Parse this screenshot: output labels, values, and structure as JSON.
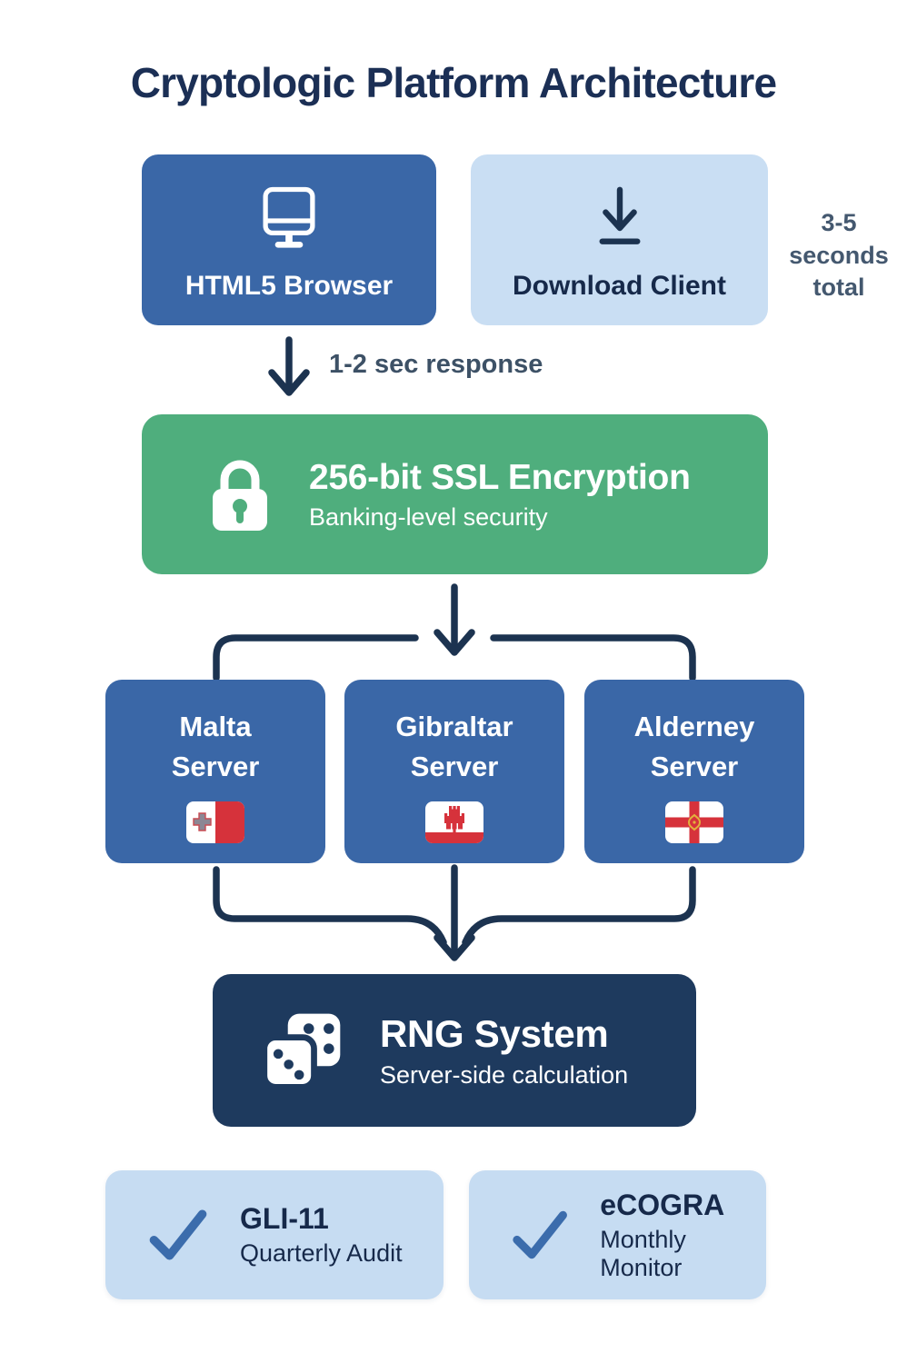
{
  "title": "Cryptologic Platform Architecture",
  "client_row": {
    "html5": {
      "label": "HTML5 Browser",
      "icon": "monitor-icon"
    },
    "download": {
      "label": "Download Client",
      "icon": "download-icon"
    },
    "side_note": "3-5\nseconds\ntotal"
  },
  "flow": {
    "response_label": "1-2 sec response"
  },
  "ssl": {
    "title": "256-bit SSL Encryption",
    "subtitle": "Banking-level security",
    "icon": "lock-icon"
  },
  "servers": [
    {
      "label": "Malta\nServer",
      "flag_icon": "malta-flag-icon"
    },
    {
      "label": "Gibraltar\nServer",
      "flag_icon": "gibraltar-flag-icon"
    },
    {
      "label": "Alderney\nServer",
      "flag_icon": "alderney-flag-icon"
    }
  ],
  "rng": {
    "title": "RNG System",
    "subtitle": "Server-side calculation",
    "icon": "dice-icon"
  },
  "audits": [
    {
      "title": "GLI-11",
      "subtitle": "Quarterly Audit",
      "icon": "check-icon"
    },
    {
      "title": "eCOGRA",
      "subtitle": "Monthly Monitor",
      "icon": "check-icon"
    }
  ],
  "colors": {
    "primary_blue": "#3A67A7",
    "light_blue": "#C9DEF3",
    "green": "#4FAE7D",
    "navy": "#1E3A5E",
    "ink": "#1B2F55",
    "arrow": "#1C3350",
    "note_gray": "#44586F",
    "check_blue": "#3B6CAC",
    "flag_red": "#D6323B",
    "flag_gold": "#E2B13C"
  }
}
